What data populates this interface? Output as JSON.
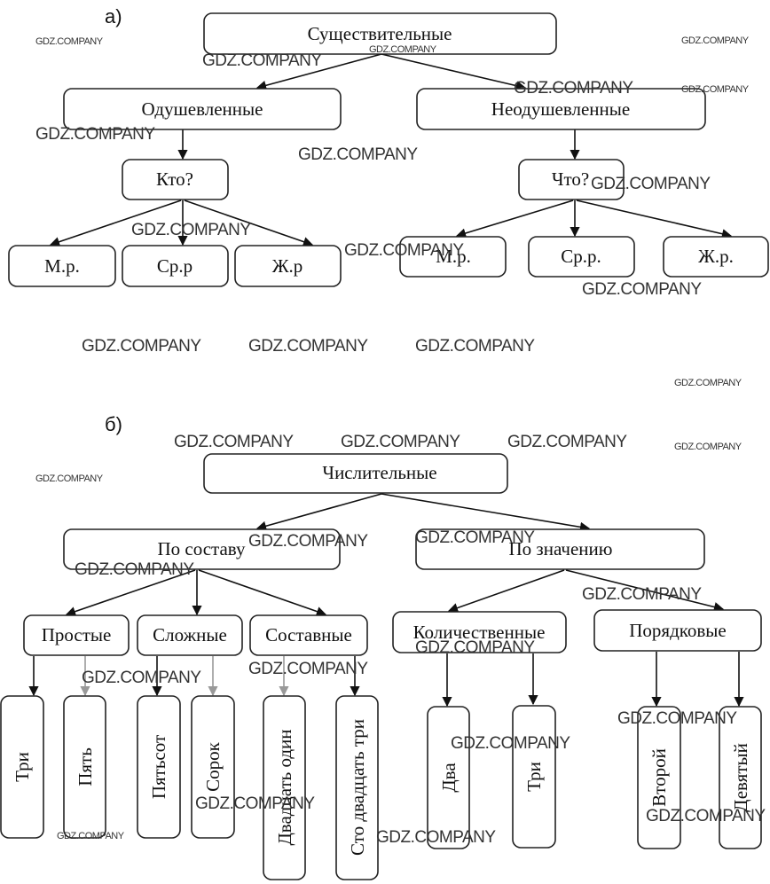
{
  "sections": [
    {
      "label": "а)",
      "root": "Существительные",
      "branches": [
        {
          "label": "Одушевленные",
          "question": "Кто?",
          "children": [
            "М.р.",
            "Ср.р",
            "Ж.р"
          ]
        },
        {
          "label": "Неодушевленные",
          "question": "Что?",
          "children": [
            "М.р.",
            "Ср.р.",
            "Ж.р."
          ]
        }
      ]
    },
    {
      "label": "б)",
      "root": "Числительные",
      "branches": [
        {
          "label": "По составу",
          "groups": [
            {
              "label": "Простые",
              "examples": [
                "Три",
                "Пять"
              ]
            },
            {
              "label": "Сложные",
              "examples": [
                "Пятьсот",
                "Сорок"
              ]
            },
            {
              "label": "Составные",
              "examples": [
                "Двадцать один",
                "Сто двадцать три"
              ]
            }
          ]
        },
        {
          "label": "По значению",
          "groups": [
            {
              "label": "Количественные",
              "examples": [
                "Два",
                "Три"
              ]
            },
            {
              "label": "Порядковые",
              "examples": [
                "Второй",
                "Девятый"
              ]
            }
          ]
        }
      ]
    }
  ],
  "watermark": "GDZ.COMPANY"
}
